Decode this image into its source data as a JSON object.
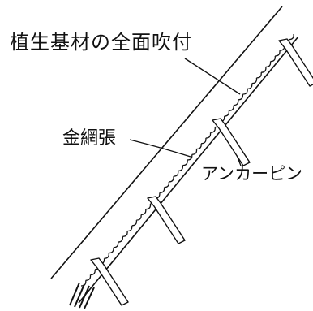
{
  "labels": {
    "spray": "植生基材の全面吹付",
    "mesh": "金網張",
    "anchor": "アンカーピン"
  },
  "colors": {
    "ink": "#111111",
    "background": "#ffffff"
  }
}
